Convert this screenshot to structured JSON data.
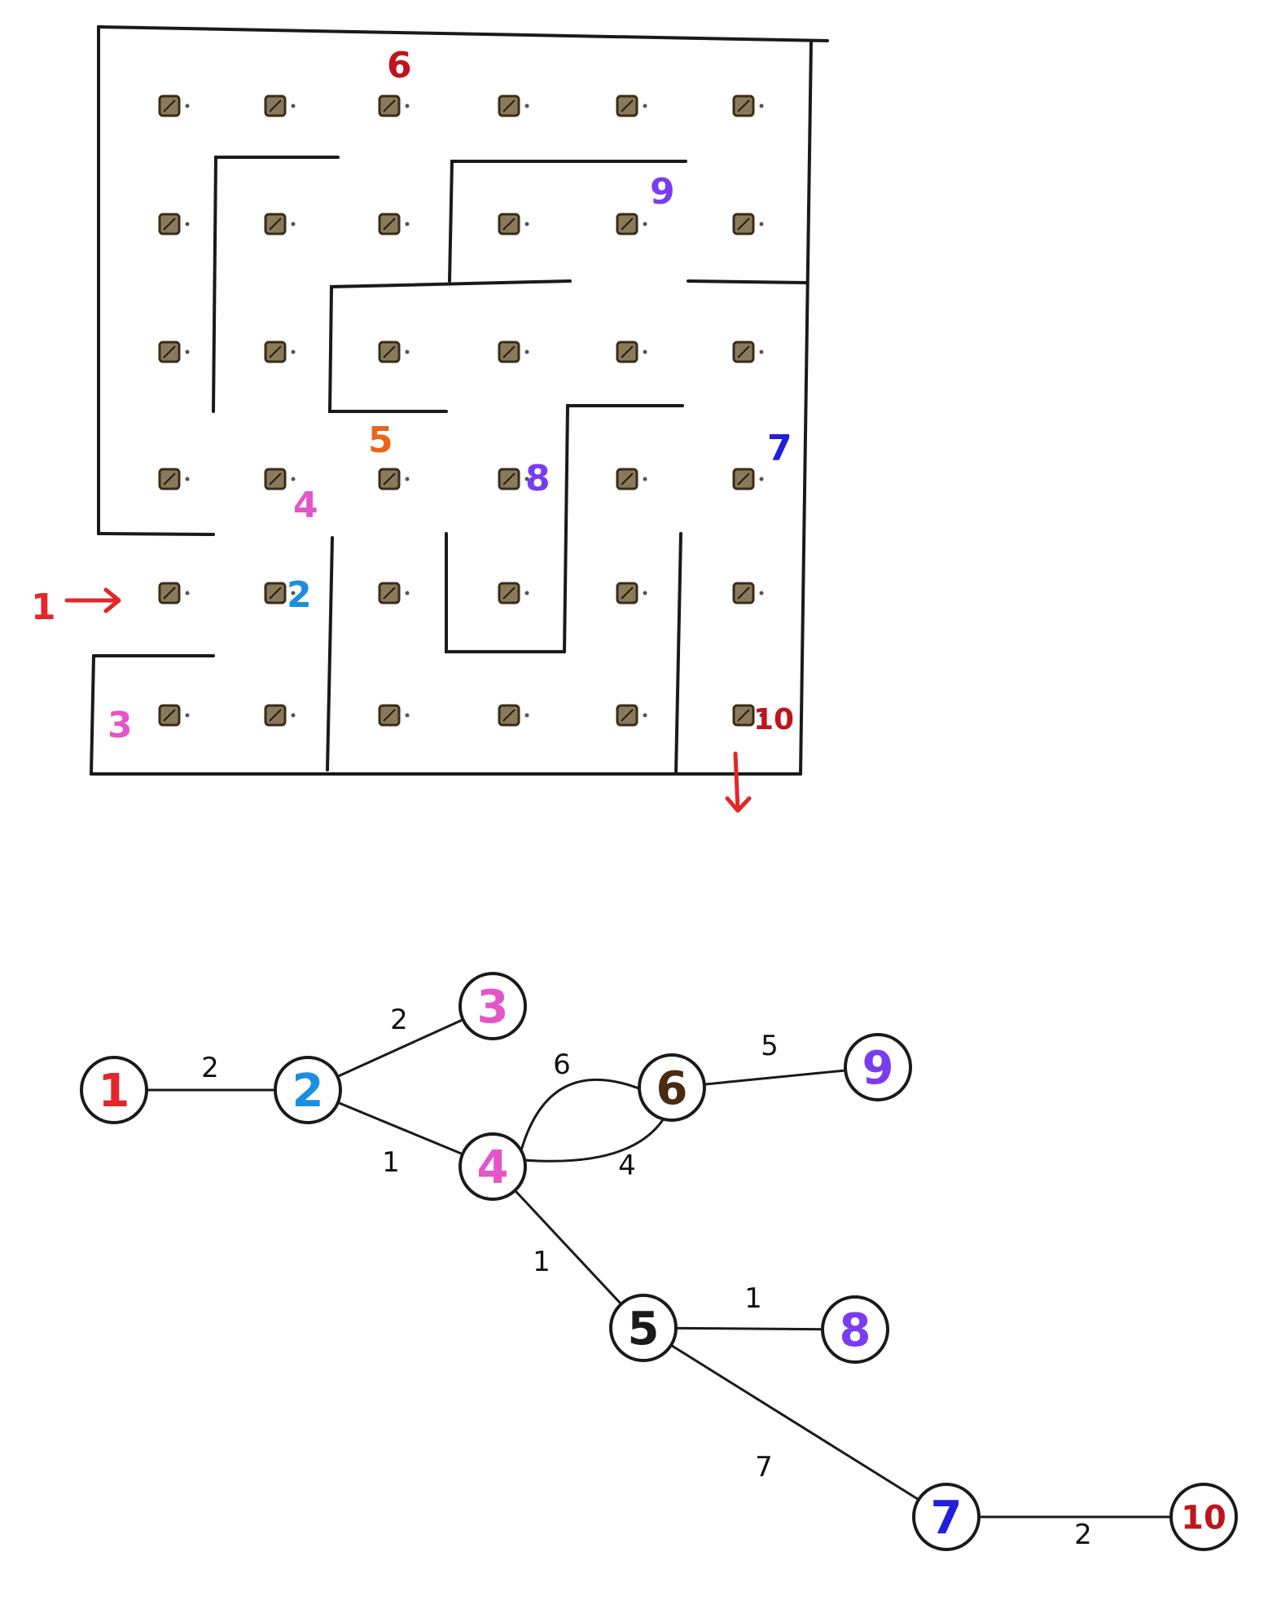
{
  "colors": {
    "ink": "#1a1a1a",
    "red": "#e3262a",
    "orange": "#e8651a",
    "blue": "#1a8fe0",
    "magenta": "#e455c8",
    "purple": "#7a3cf0",
    "dark_blue": "#2020d8",
    "dark_red": "#c0141c",
    "brown": "#4a2a12"
  },
  "maze": {
    "start_label": "1",
    "labels": [
      {
        "text": "1",
        "color": "red"
      },
      {
        "text": "2",
        "color": "blue"
      },
      {
        "text": "3",
        "color": "magenta"
      },
      {
        "text": "4",
        "color": "magenta"
      },
      {
        "text": "5",
        "color": "orange"
      },
      {
        "text": "6",
        "color": "dark_red"
      },
      {
        "text": "7",
        "color": "dark_blue"
      },
      {
        "text": "8",
        "color": "purple"
      },
      {
        "text": "9",
        "color": "purple"
      },
      {
        "text": "10",
        "color": "dark_red"
      }
    ]
  },
  "graph": {
    "nodes": [
      {
        "id": "1",
        "label": "1",
        "color": "red"
      },
      {
        "id": "2",
        "label": "2",
        "color": "blue"
      },
      {
        "id": "3",
        "label": "3",
        "color": "magenta"
      },
      {
        "id": "4",
        "label": "4",
        "color": "magenta"
      },
      {
        "id": "5",
        "label": "5",
        "color": "ink"
      },
      {
        "id": "6",
        "label": "6",
        "color": "brown"
      },
      {
        "id": "7",
        "label": "7",
        "color": "dark_blue"
      },
      {
        "id": "8",
        "label": "8",
        "color": "purple"
      },
      {
        "id": "9",
        "label": "9",
        "color": "purple"
      },
      {
        "id": "10",
        "label": "10",
        "color": "dark_red"
      }
    ],
    "edges": [
      {
        "from": "1",
        "to": "2",
        "weight": "2"
      },
      {
        "from": "2",
        "to": "3",
        "weight": "2"
      },
      {
        "from": "2",
        "to": "4",
        "weight": "1"
      },
      {
        "from": "4",
        "to": "6",
        "weight": "6"
      },
      {
        "from": "4",
        "to": "6",
        "weight": "4"
      },
      {
        "from": "6",
        "to": "9",
        "weight": "5"
      },
      {
        "from": "4",
        "to": "5",
        "weight": "1"
      },
      {
        "from": "5",
        "to": "8",
        "weight": "1"
      },
      {
        "from": "5",
        "to": "7",
        "weight": "7"
      },
      {
        "from": "7",
        "to": "10",
        "weight": "2"
      }
    ]
  }
}
